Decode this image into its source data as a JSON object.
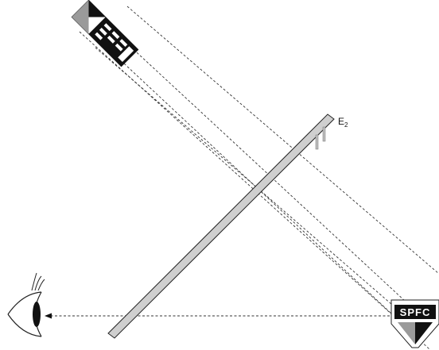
{
  "diagram": {
    "mirror_label": "E",
    "mirror_subscript": "2",
    "object_logo_text": "SPFC",
    "image_logo_text": "SPFC"
  },
  "colors": {
    "mirror_fill": "#cfcfcf",
    "stroke": "#222222",
    "logo_red_shade": "#9a9a9a",
    "background": "#ffffff"
  }
}
